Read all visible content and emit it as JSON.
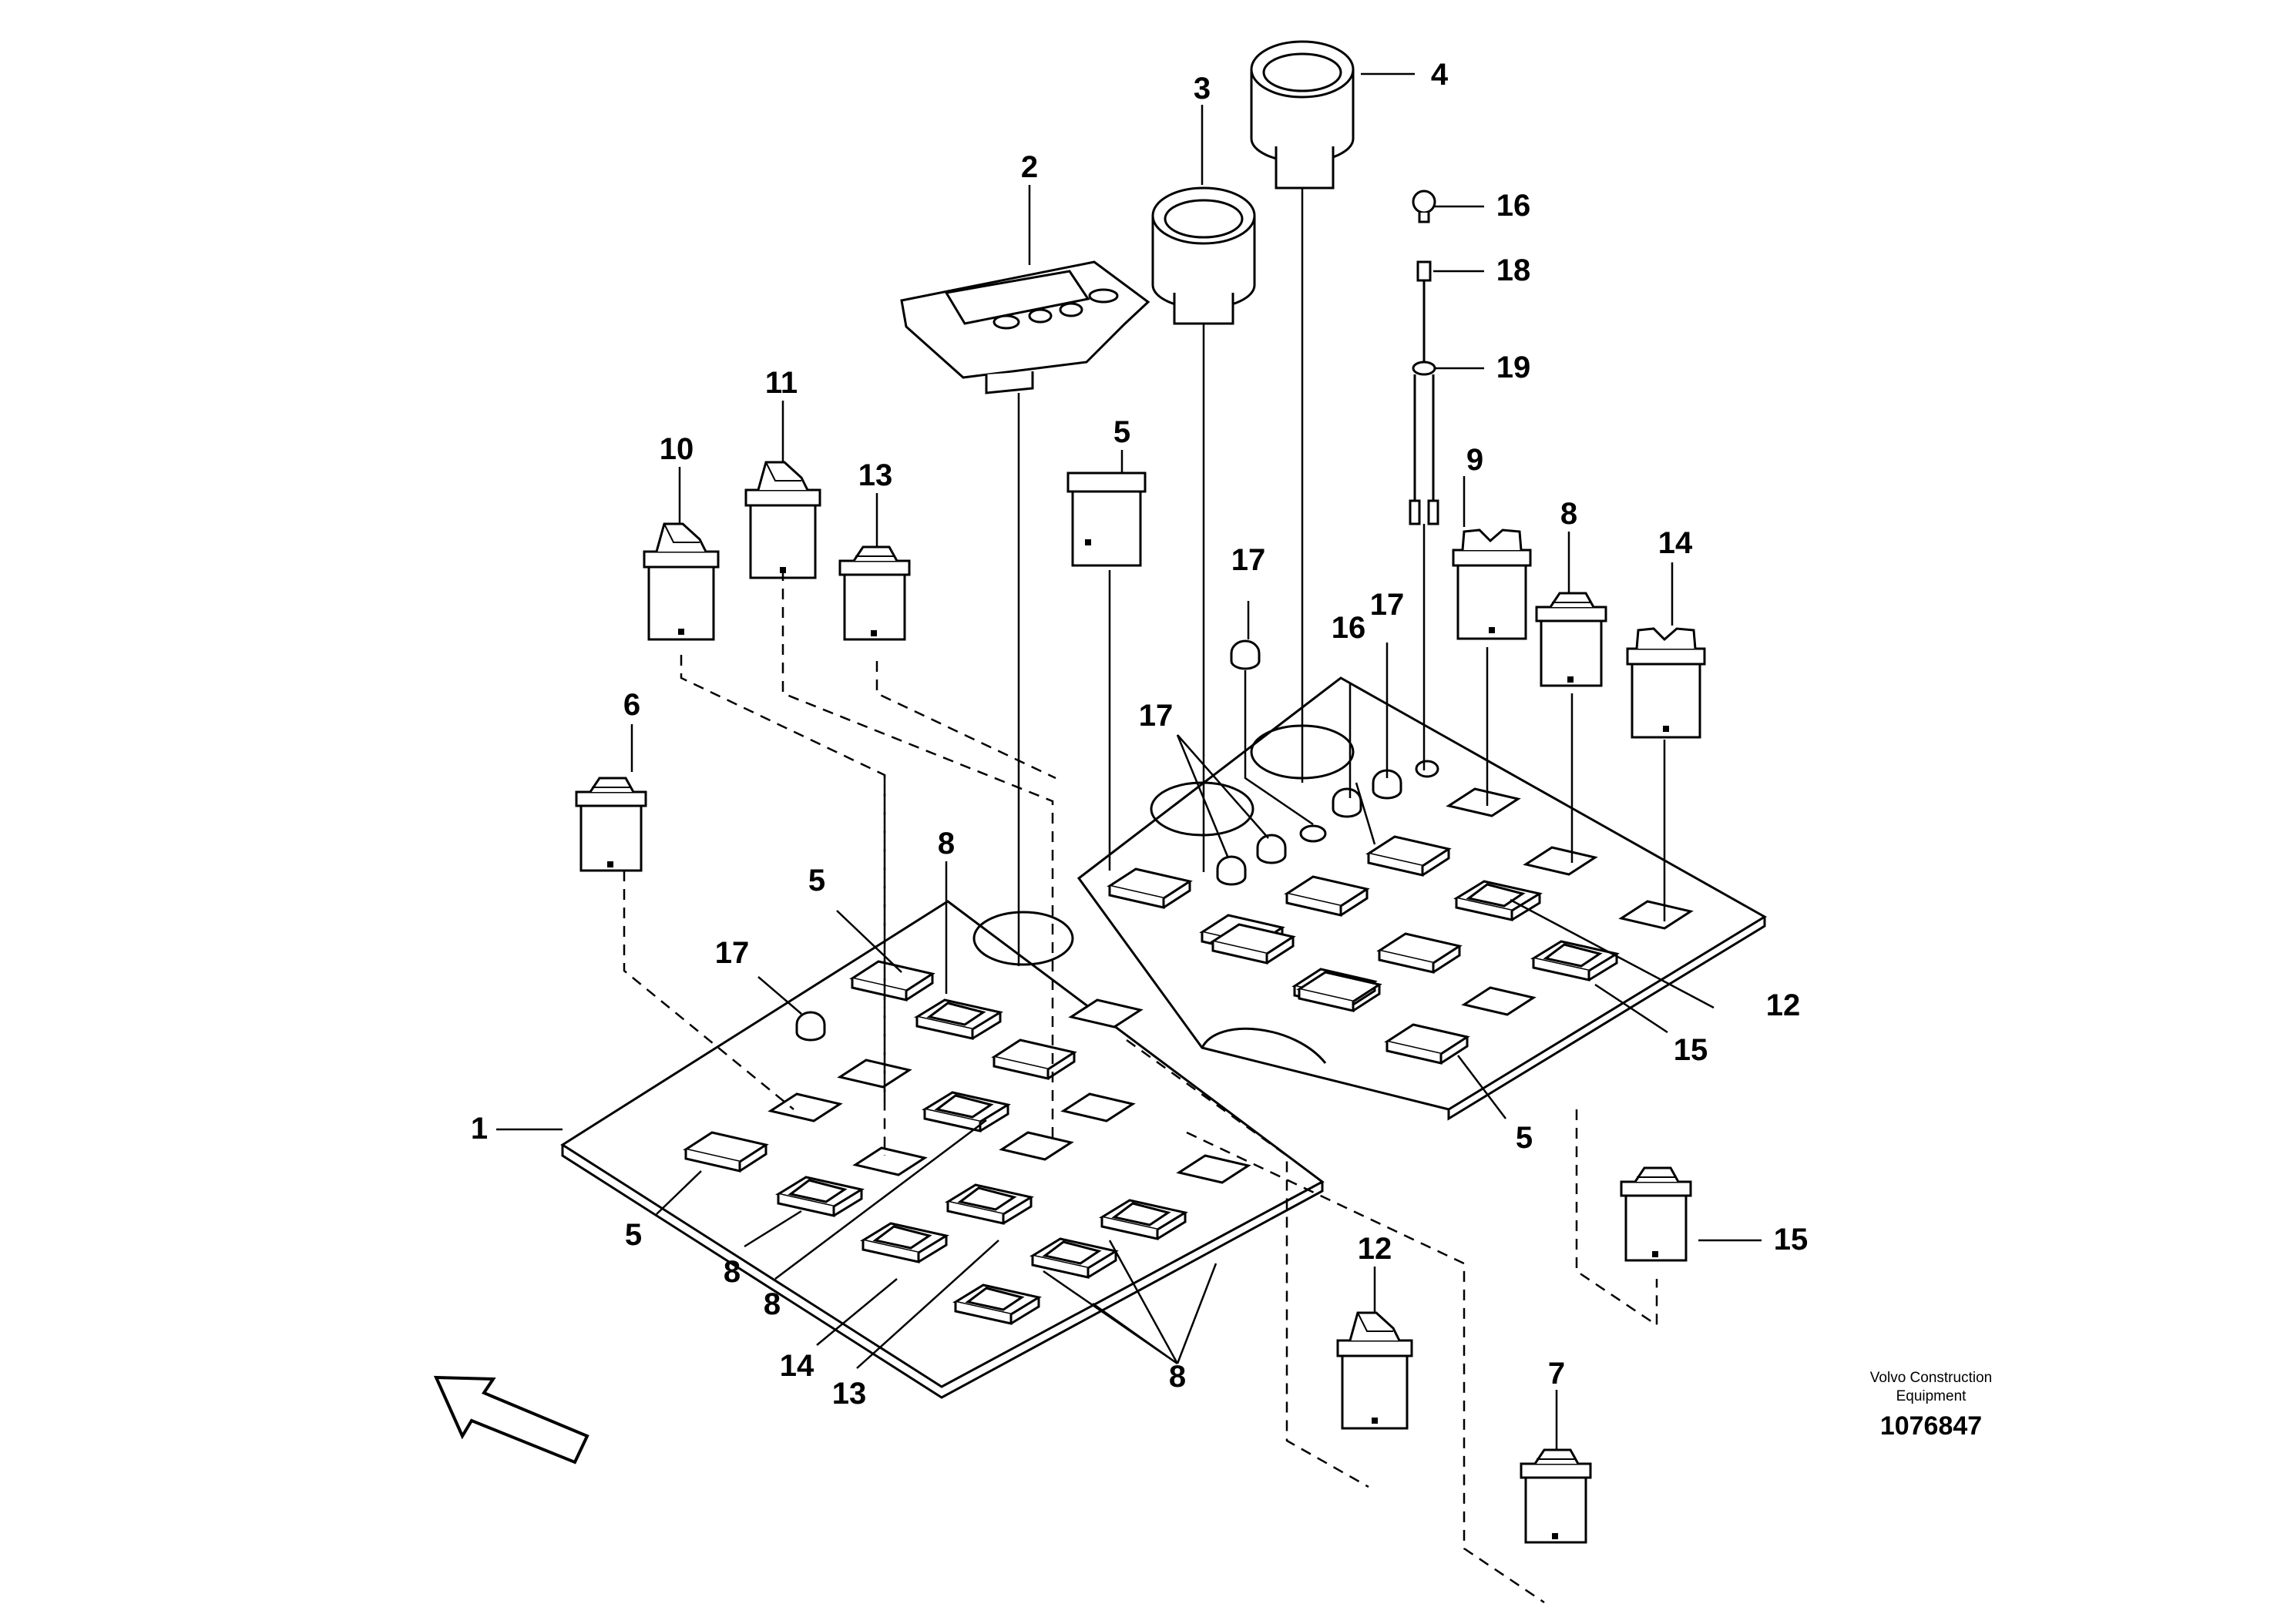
{
  "diagram": {
    "callouts": [
      {
        "id": "c1",
        "label": "1"
      },
      {
        "id": "c2",
        "label": "2"
      },
      {
        "id": "c3",
        "label": "3"
      },
      {
        "id": "c4",
        "label": "4"
      },
      {
        "id": "c5a",
        "label": "5"
      },
      {
        "id": "c5b",
        "label": "5"
      },
      {
        "id": "c5c",
        "label": "5"
      },
      {
        "id": "c5d",
        "label": "5"
      },
      {
        "id": "c6",
        "label": "6"
      },
      {
        "id": "c7",
        "label": "7"
      },
      {
        "id": "c8a",
        "label": "8"
      },
      {
        "id": "c8b",
        "label": "8"
      },
      {
        "id": "c8c",
        "label": "8"
      },
      {
        "id": "c8d",
        "label": "8"
      },
      {
        "id": "c8e",
        "label": "8"
      },
      {
        "id": "c9",
        "label": "9"
      },
      {
        "id": "c10",
        "label": "10"
      },
      {
        "id": "c11",
        "label": "11"
      },
      {
        "id": "c12a",
        "label": "12"
      },
      {
        "id": "c12b",
        "label": "12"
      },
      {
        "id": "c13a",
        "label": "13"
      },
      {
        "id": "c13b",
        "label": "13"
      },
      {
        "id": "c14a",
        "label": "14"
      },
      {
        "id": "c14b",
        "label": "14"
      },
      {
        "id": "c15a",
        "label": "15"
      },
      {
        "id": "c15b",
        "label": "15"
      },
      {
        "id": "c16a",
        "label": "16"
      },
      {
        "id": "c16b",
        "label": "16"
      },
      {
        "id": "c17a",
        "label": "17"
      },
      {
        "id": "c17b",
        "label": "17"
      },
      {
        "id": "c17c",
        "label": "17"
      },
      {
        "id": "c17d",
        "label": "17"
      },
      {
        "id": "c18",
        "label": "18"
      },
      {
        "id": "c19",
        "label": "19"
      }
    ]
  },
  "footer": {
    "brand_line1": "Volvo Construction",
    "brand_line2": "Equipment",
    "drawing_number": "1076847"
  },
  "colors": {
    "ink": "#000000",
    "paper": "#ffffff"
  },
  "icons": {
    "direction": "direction-arrow-icon"
  }
}
